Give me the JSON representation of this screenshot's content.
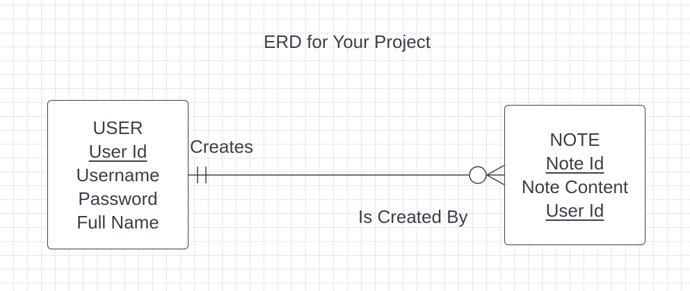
{
  "diagram": {
    "title": "ERD for Your Project",
    "entities": [
      {
        "name": "USER",
        "attributes": [
          {
            "label": "User Id",
            "key": true
          },
          {
            "label": "Username",
            "key": false
          },
          {
            "label": "Password",
            "key": false
          },
          {
            "label": "Full Name",
            "key": false
          }
        ]
      },
      {
        "name": "NOTE",
        "attributes": [
          {
            "label": "Note Id",
            "key": true
          },
          {
            "label": "Note Content",
            "key": false
          },
          {
            "label": "User Id",
            "key": true
          }
        ]
      }
    ],
    "relationship": {
      "from": "USER",
      "to": "NOTE",
      "label_forward": "Creates",
      "label_reverse": "Is Created By",
      "from_cardinality": "one-and-only-one",
      "to_cardinality": "zero-or-many"
    },
    "colors": {
      "line": "#3a3f47",
      "grid": "#e6e6e6",
      "background": "#ffffff"
    }
  }
}
